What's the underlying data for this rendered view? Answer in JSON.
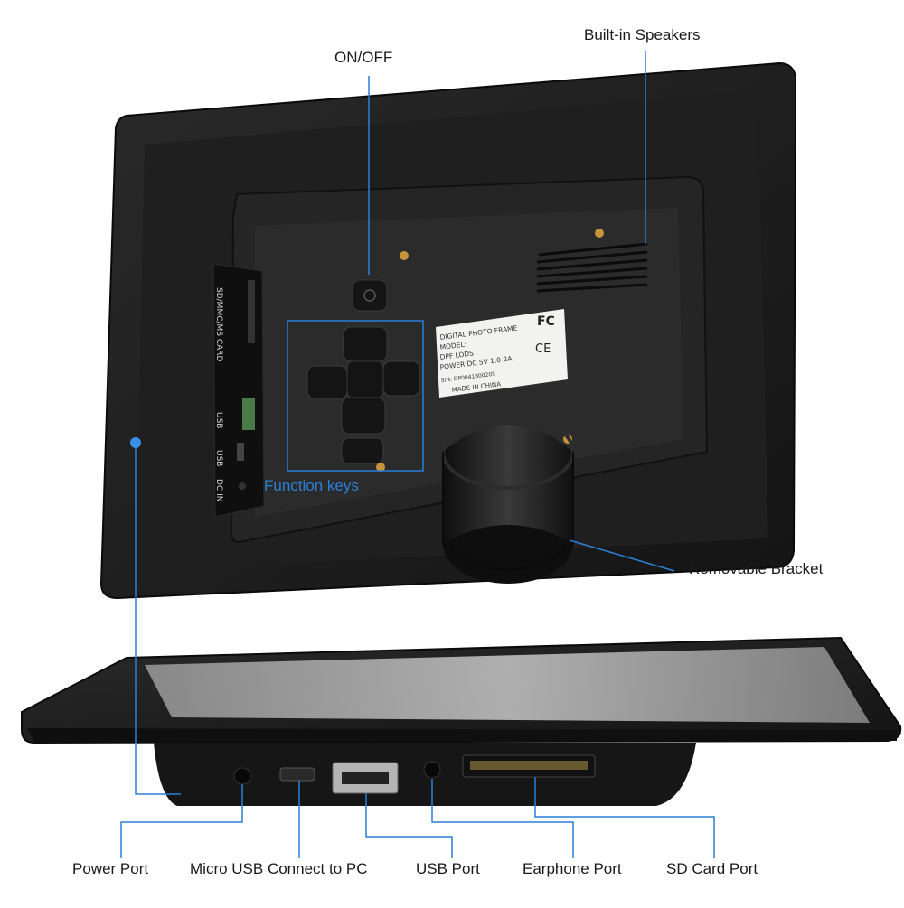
{
  "labels": {
    "on_off": "ON/OFF",
    "speakers": "Built-in Speakers",
    "function_keys": "Function keys",
    "bracket": "Removable Bracket",
    "power_port": "Power Port",
    "micro_usb": "Micro USB Connect to PC",
    "usb_port": "USB Port",
    "earphone_port": "Earphone Port",
    "sd_card_port": "SD Card Port"
  },
  "device_text": {
    "side_panel": [
      "SD/MMC/MS CARD",
      "USB",
      "USB",
      "DC IN"
    ],
    "sticker": [
      "DIGITAL PHOTO FRAME",
      "MODEL:",
      "DPF LODS",
      "POWER:DC  5V  1.0-2A",
      "S/N: DP0041800205",
      "MADE IN CHINA"
    ],
    "cert": [
      "FC",
      "CE"
    ]
  },
  "colors": {
    "callout": "#2b7fd6",
    "device": "#1c1c1d",
    "background": "#ffffff"
  }
}
